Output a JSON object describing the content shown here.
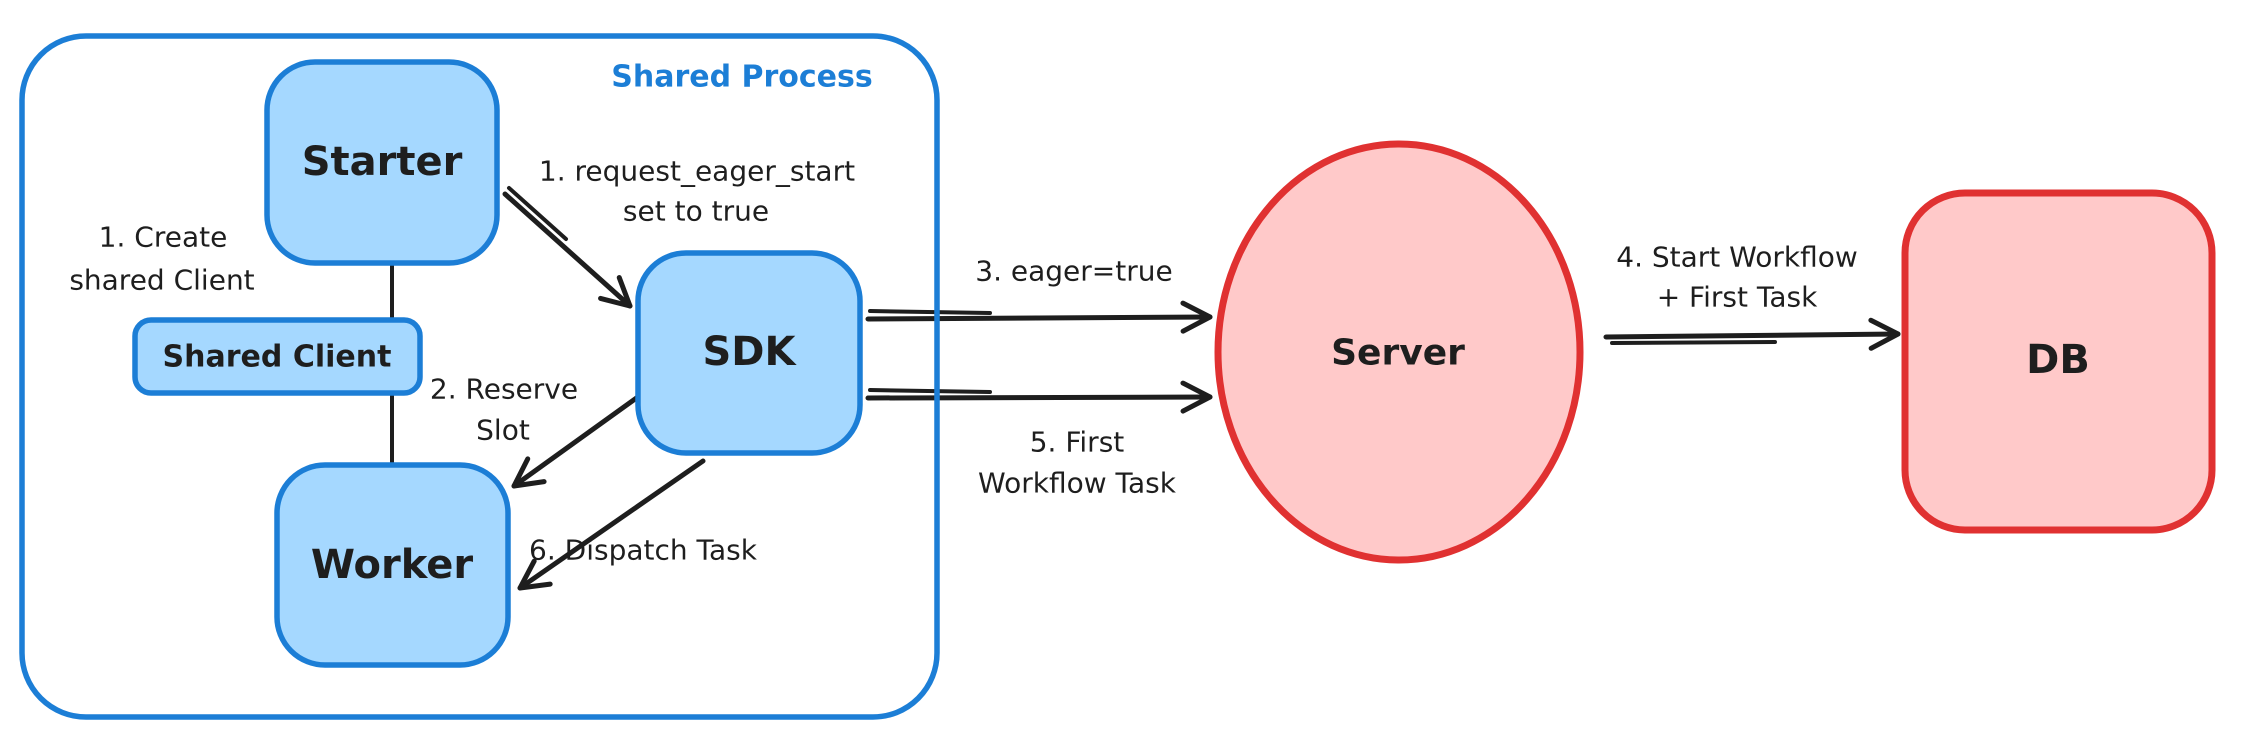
{
  "diagram": {
    "colors": {
      "background": "#ffffff",
      "blue_stroke": "#1c7ed6",
      "blue_fill": "#a5d8ff",
      "red_stroke": "#e03131",
      "red_fill": "#ffc9c9",
      "ink": "#1e1e1e"
    },
    "container": {
      "label": "Shared Process"
    },
    "nodes": {
      "starter": {
        "label": "Starter"
      },
      "shared_client": {
        "label": "Shared Client"
      },
      "worker": {
        "label": "Worker"
      },
      "sdk": {
        "label": "SDK"
      },
      "server": {
        "label": "Server"
      },
      "db": {
        "label": "DB"
      }
    },
    "annotations": {
      "create_shared_client": {
        "lines": [
          "1. Create",
          "shared Client"
        ]
      },
      "request_eager_start": {
        "lines": [
          "1. request_eager_start",
          "set to true"
        ]
      },
      "reserve_slot": {
        "lines": [
          "2. Reserve",
          "Slot"
        ]
      },
      "eager_true": {
        "lines": [
          "3. eager=true"
        ]
      },
      "start_workflow": {
        "lines": [
          "4. Start Workflow",
          "+ First Task"
        ]
      },
      "first_workflow_task": {
        "lines": [
          "5. First",
          "Workflow Task"
        ]
      },
      "dispatch_task": {
        "lines": [
          "6. Dispatch Task"
        ]
      }
    }
  }
}
